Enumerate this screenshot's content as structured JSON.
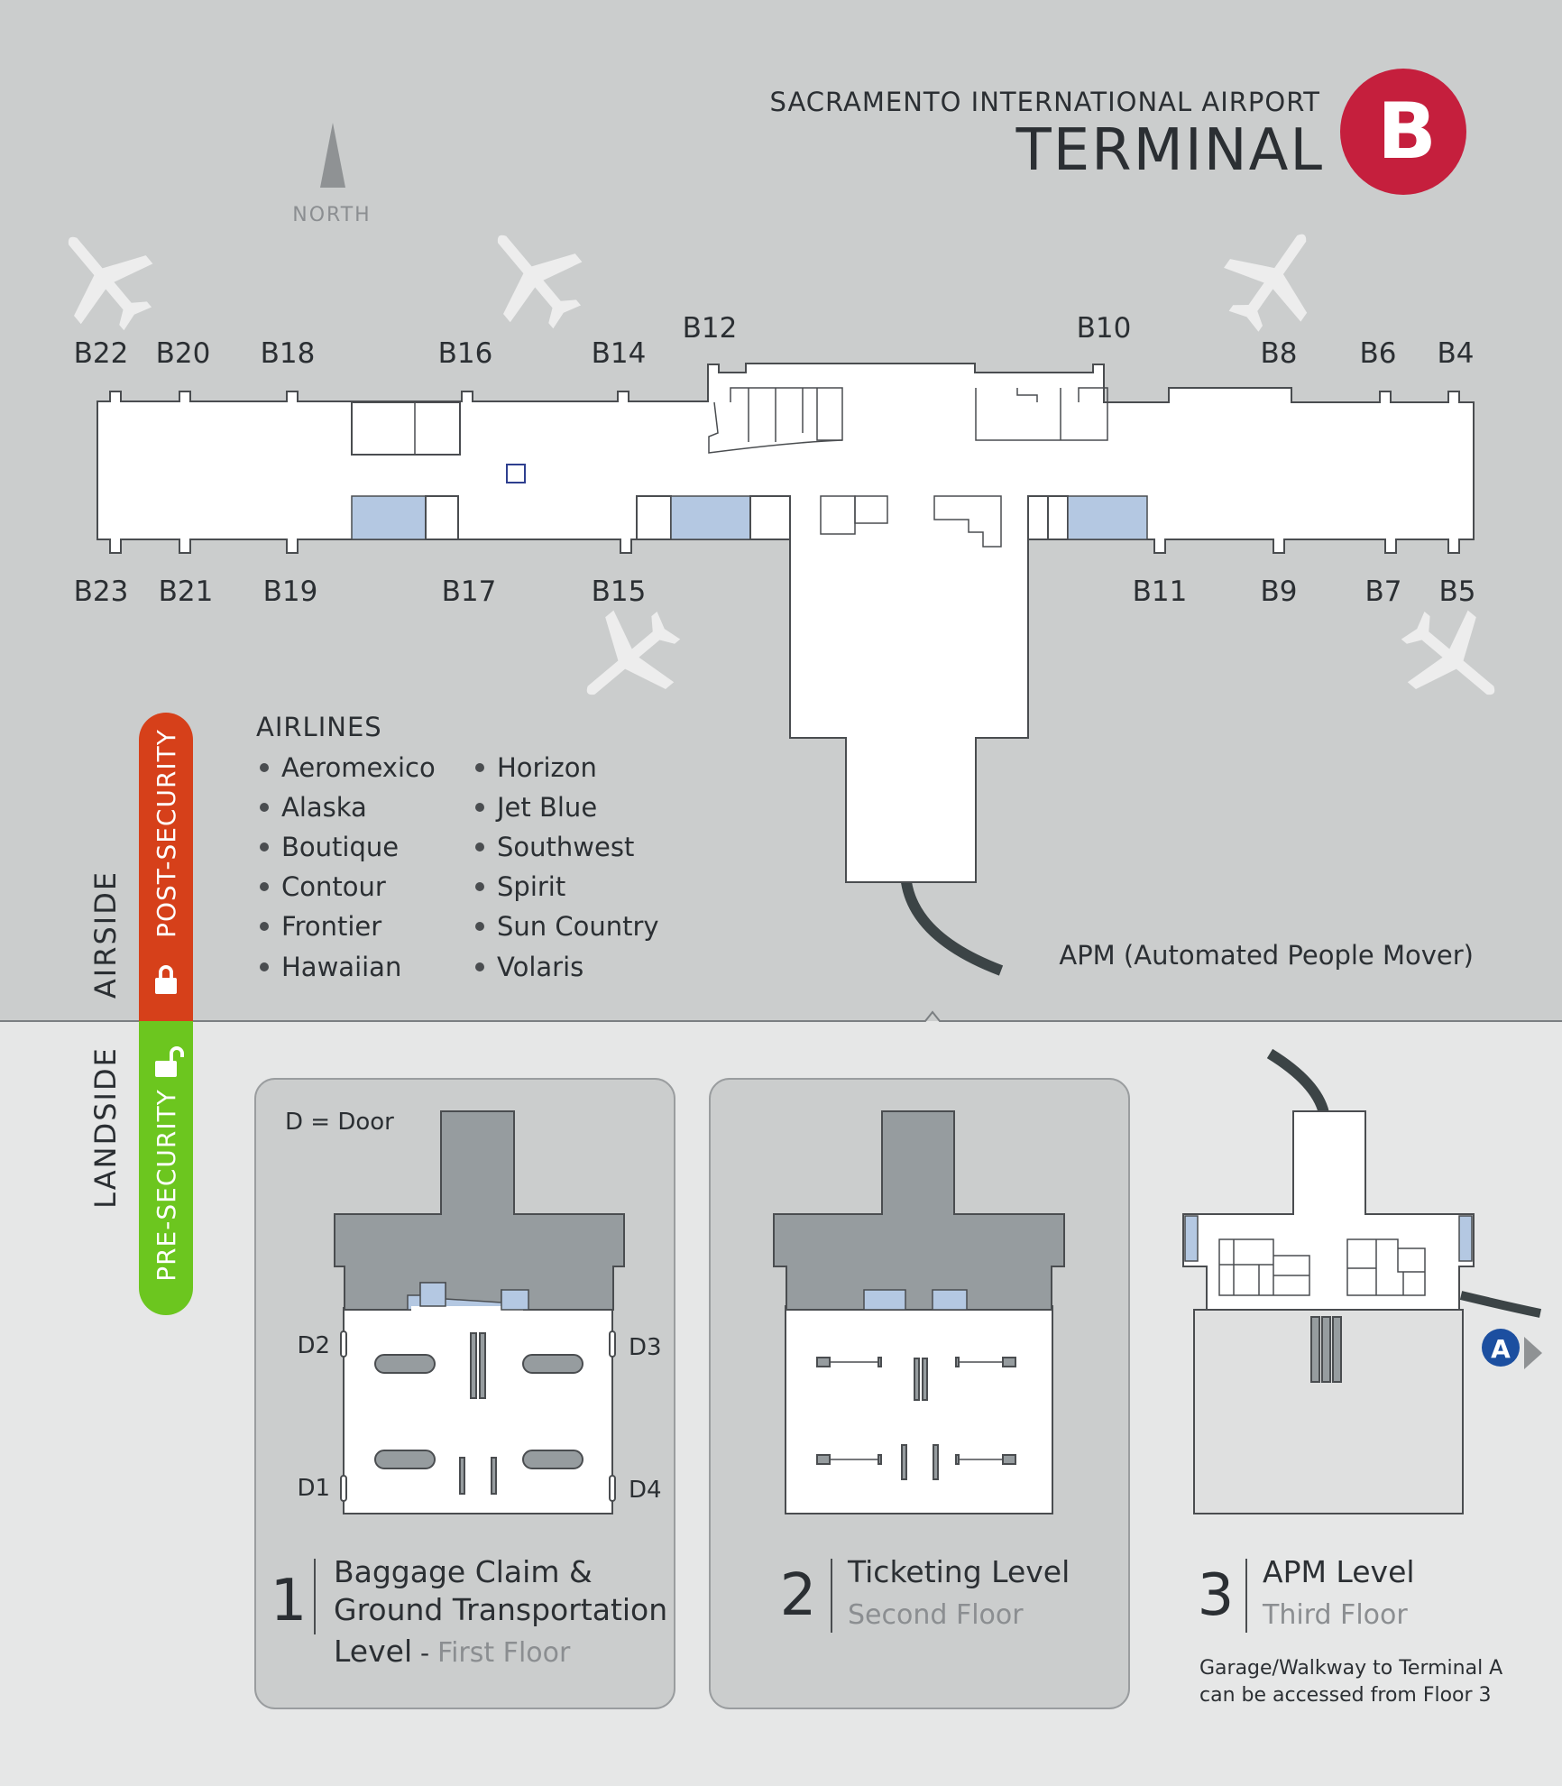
{
  "header": {
    "airport_name": "SACRAMENTO INTERNATIONAL AIRPORT",
    "terminal_word": "TERMINAL",
    "terminal_letter": "B",
    "badge_color": "#c51f3d"
  },
  "compass": {
    "label": "NORTH",
    "icon": "north-arrow-icon"
  },
  "gates": {
    "north": [
      "B22",
      "B20",
      "B18",
      "B16",
      "B14",
      "B12",
      "B10",
      "B8",
      "B6",
      "B4"
    ],
    "south": [
      "B23",
      "B21",
      "B19",
      "B17",
      "B15",
      "B11",
      "B9",
      "B7",
      "B5"
    ]
  },
  "airlines": {
    "heading": "AIRLINES",
    "column_1": [
      "Aeromexico",
      "Alaska",
      "Boutique",
      "Contour",
      "Frontier",
      "Hawaiian"
    ],
    "column_2": [
      "Horizon",
      "Jet Blue",
      "Southwest",
      "Spirit",
      "Sun Country",
      "Volaris"
    ]
  },
  "apm_label": "APM (Automated People Mover)",
  "zones": {
    "airside": "AIRSIDE",
    "landside": "LANDSIDE",
    "post_security": "POST-SECURITY",
    "pre_security": "PRE-SECURITY",
    "post_color": "#d6401a",
    "pre_color": "#6cc61f"
  },
  "legend": {
    "door": "D = Door"
  },
  "doors": [
    "D1",
    "D2",
    "D3",
    "D4"
  ],
  "levels": [
    {
      "number": "1",
      "name_line1": "Baggage Claim &",
      "name_line2": "Ground Transportation",
      "name_line3": "Level",
      "separator": " - ",
      "floor": "First Floor"
    },
    {
      "number": "2",
      "name": "Ticketing Level",
      "floor": "Second Floor"
    },
    {
      "number": "3",
      "name": "APM Level",
      "floor": "Third Floor"
    }
  ],
  "garage_note": {
    "line1": "Garage/Walkway to Terminal A",
    "line2": "can be accessed from Floor 3"
  },
  "terminal_a_marker": {
    "letter": "A",
    "color": "#1c4fa0"
  }
}
